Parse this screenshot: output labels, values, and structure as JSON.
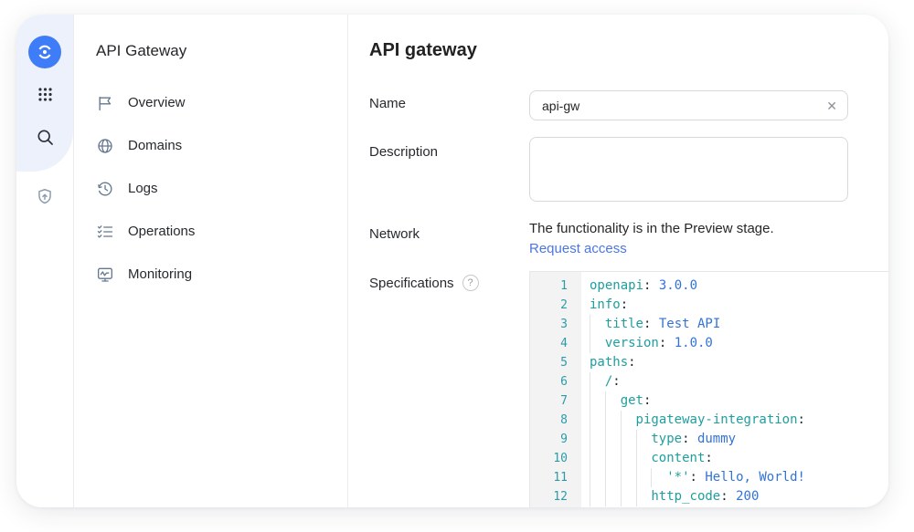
{
  "colors": {
    "accent_blue": "#3e7df7",
    "link_blue": "#4a76e8",
    "code_key": "#1f9e9e",
    "code_value": "#3273d9",
    "code_line_number": "#2d9ba6",
    "code_punct": "#1b2734"
  },
  "rail": {
    "icons": [
      "api-gateway-logo",
      "services-grid-icon",
      "search-icon",
      "security-shield-icon"
    ]
  },
  "sidebar": {
    "title": "API Gateway",
    "items": [
      {
        "label": "Overview",
        "icon": "flag-icon"
      },
      {
        "label": "Domains",
        "icon": "globe-icon"
      },
      {
        "label": "Logs",
        "icon": "history-icon"
      },
      {
        "label": "Operations",
        "icon": "checklist-icon"
      },
      {
        "label": "Monitoring",
        "icon": "monitor-icon"
      }
    ]
  },
  "main": {
    "title": "API gateway",
    "fields": {
      "name": {
        "label": "Name",
        "value": "api-gw",
        "clear_icon": "✕"
      },
      "description": {
        "label": "Description",
        "value": ""
      },
      "network": {
        "label": "Network",
        "notice": "The functionality is in the Preview stage.",
        "link": "Request access"
      },
      "specifications": {
        "label": "Specifications",
        "help_icon": "?"
      }
    },
    "editor": {
      "language": "yaml",
      "lines": [
        {
          "num": "1",
          "indent": 0,
          "key": "openapi",
          "value": "3.0.0"
        },
        {
          "num": "2",
          "indent": 0,
          "key": "info",
          "value": ""
        },
        {
          "num": "3",
          "indent": 2,
          "key": "title",
          "value": "Test API"
        },
        {
          "num": "4",
          "indent": 2,
          "key": "version",
          "value": "1.0.0"
        },
        {
          "num": "5",
          "indent": 0,
          "key": "paths",
          "value": ""
        },
        {
          "num": "6",
          "indent": 2,
          "key": "/",
          "value": ""
        },
        {
          "num": "7",
          "indent": 4,
          "key": "get",
          "value": ""
        },
        {
          "num": "8",
          "indent": 6,
          "key": "pigateway-integration",
          "value": ""
        },
        {
          "num": "9",
          "indent": 8,
          "key": "type",
          "value": "dummy"
        },
        {
          "num": "10",
          "indent": 8,
          "key": "content",
          "value": ""
        },
        {
          "num": "11",
          "indent": 10,
          "key": "'*'",
          "value": "Hello, World!"
        },
        {
          "num": "12",
          "indent": 8,
          "key": "http_code",
          "value": "200"
        }
      ]
    }
  }
}
